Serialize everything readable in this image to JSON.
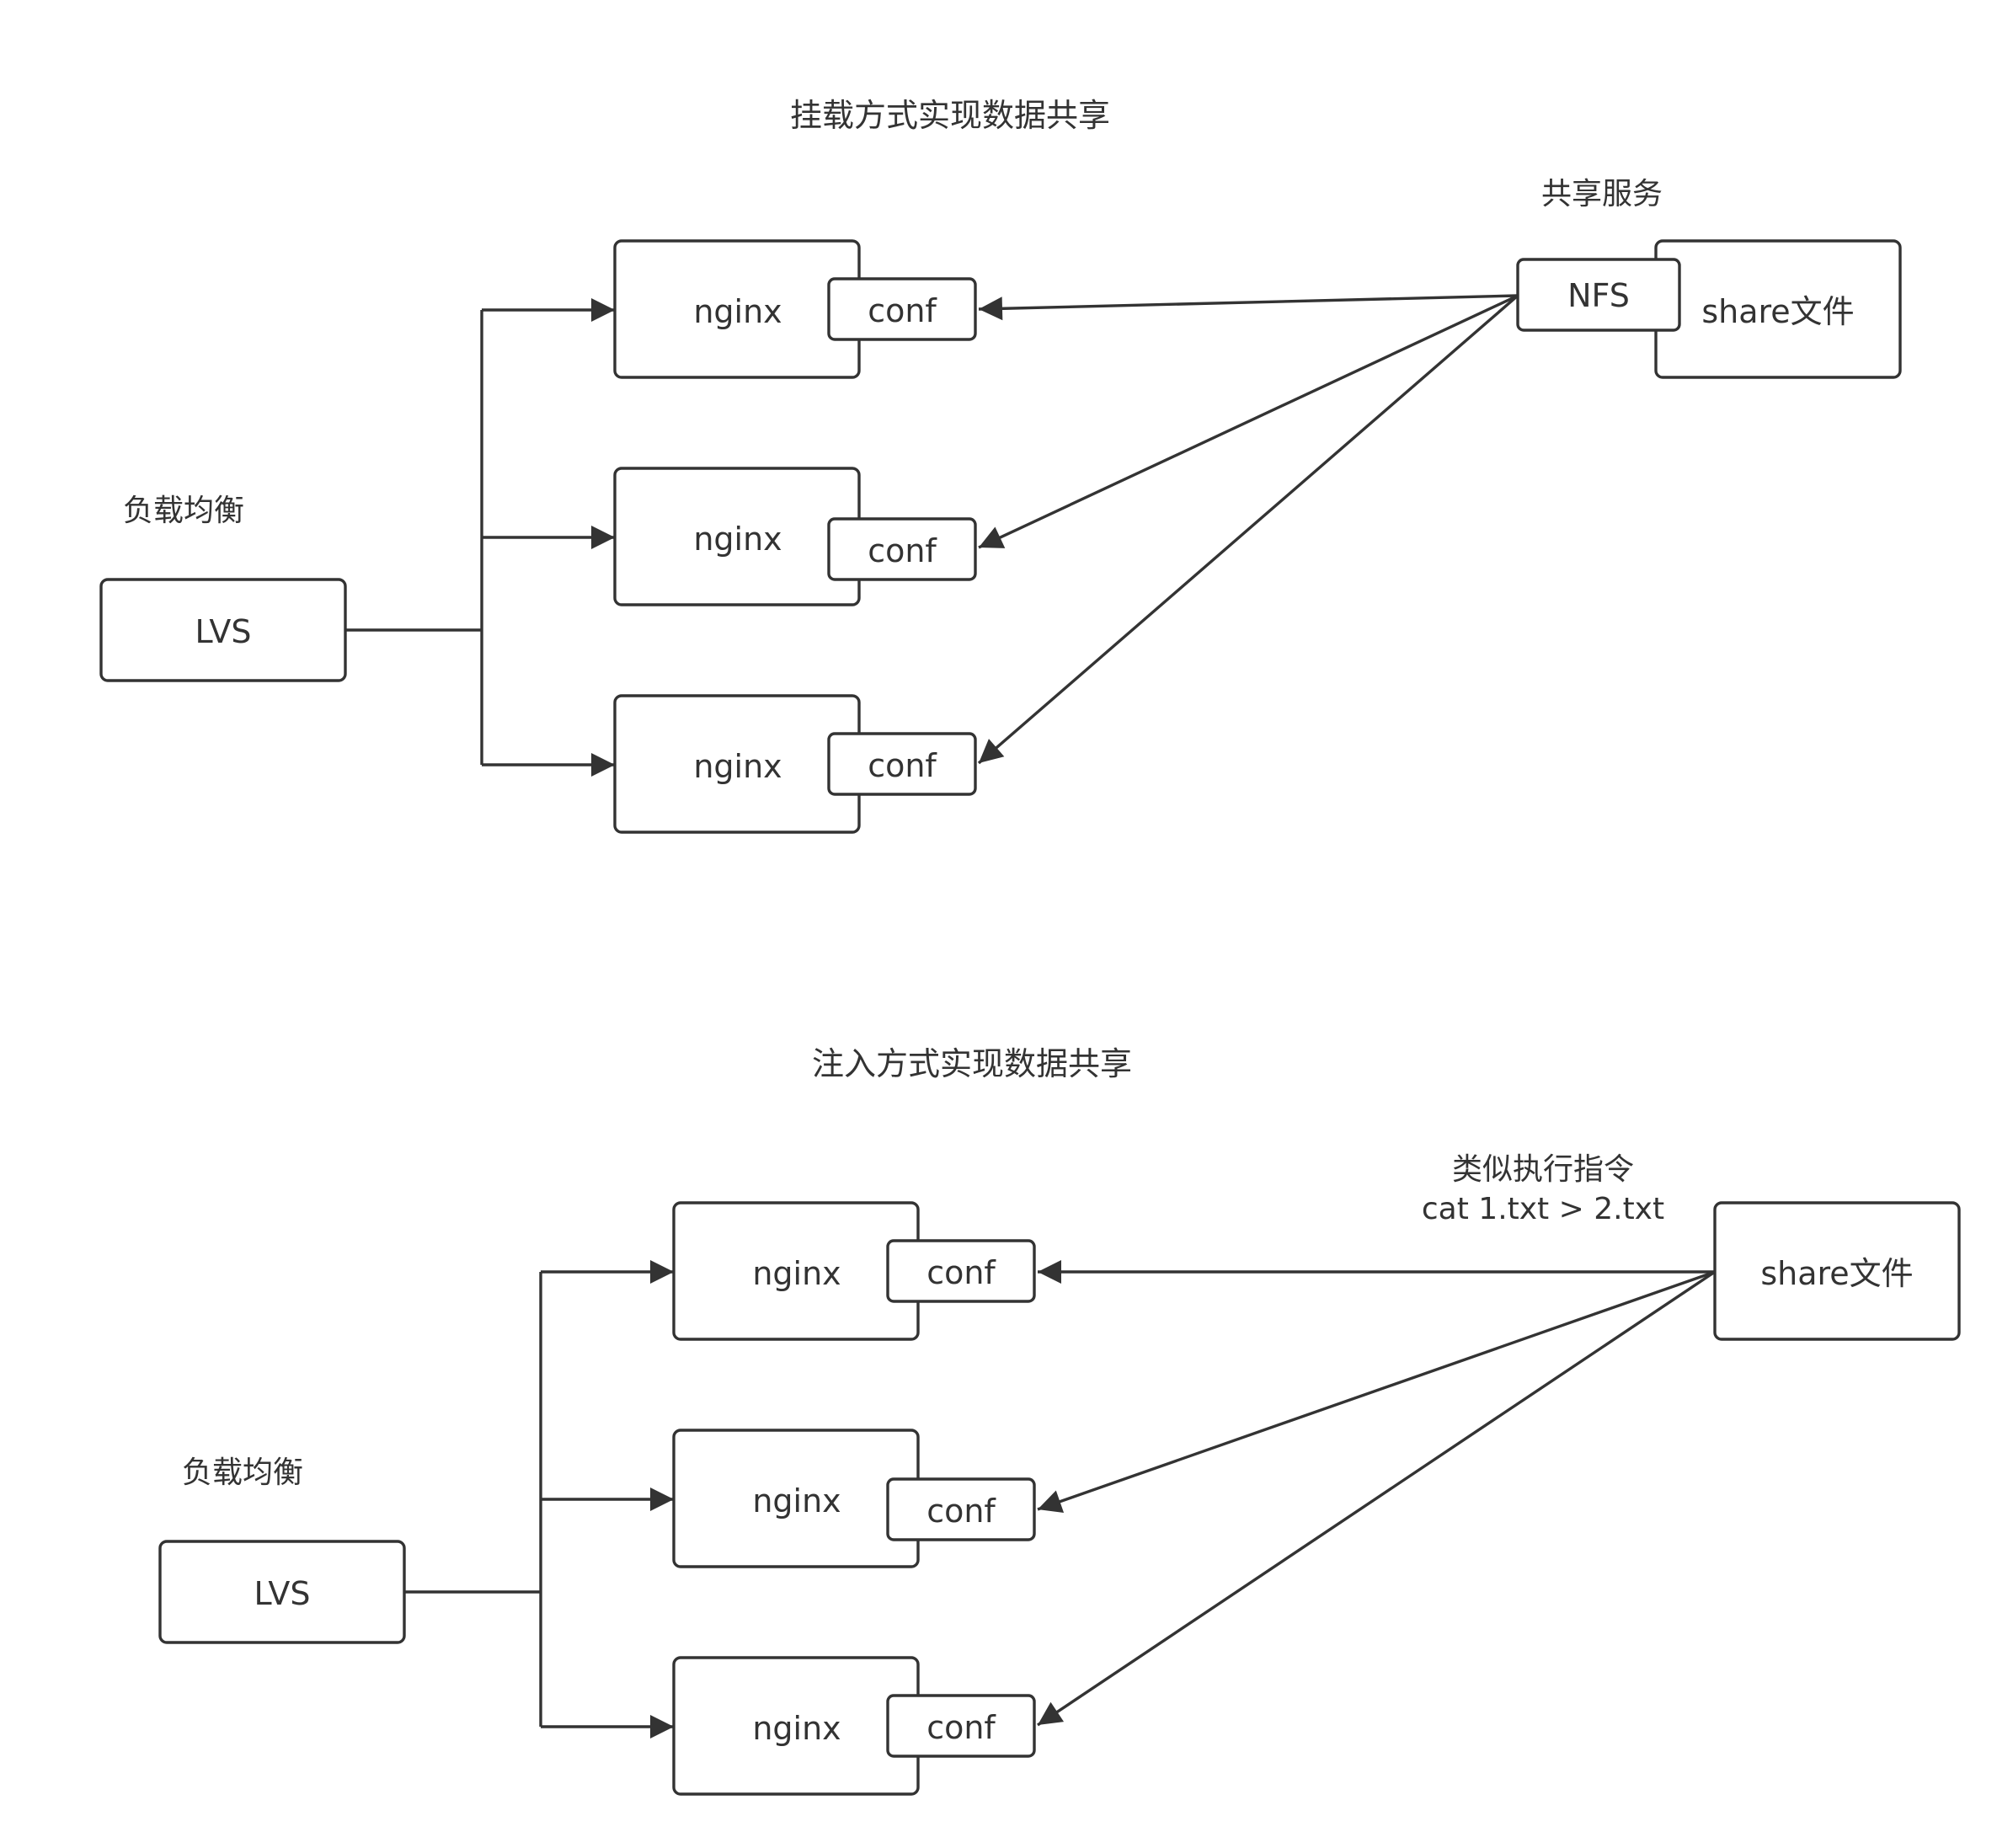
{
  "diagrams": [
    {
      "title": "挂载方式实现数据共享",
      "load_balancer": {
        "caption": "负载均衡",
        "label": "LVS"
      },
      "servers": [
        {
          "label": "nginx",
          "conf_label": "conf"
        },
        {
          "label": "nginx",
          "conf_label": "conf"
        },
        {
          "label": "nginx",
          "conf_label": "conf"
        }
      ],
      "source": {
        "caption": "共享服务",
        "service_label": "NFS",
        "file_label": "share文件"
      }
    },
    {
      "title": "注入方式实现数据共享",
      "load_balancer": {
        "caption": "负载均衡",
        "label": "LVS"
      },
      "servers": [
        {
          "label": "nginx",
          "conf_label": "conf"
        },
        {
          "label": "nginx",
          "conf_label": "conf"
        },
        {
          "label": "nginx",
          "conf_label": "conf"
        }
      ],
      "source": {
        "caption_lines": [
          "类似执行指令",
          "cat 1.txt > 2.txt"
        ],
        "file_label": "share文件"
      }
    }
  ],
  "colors": {
    "stroke": "#333333",
    "text": "#333333",
    "background": "#ffffff"
  }
}
